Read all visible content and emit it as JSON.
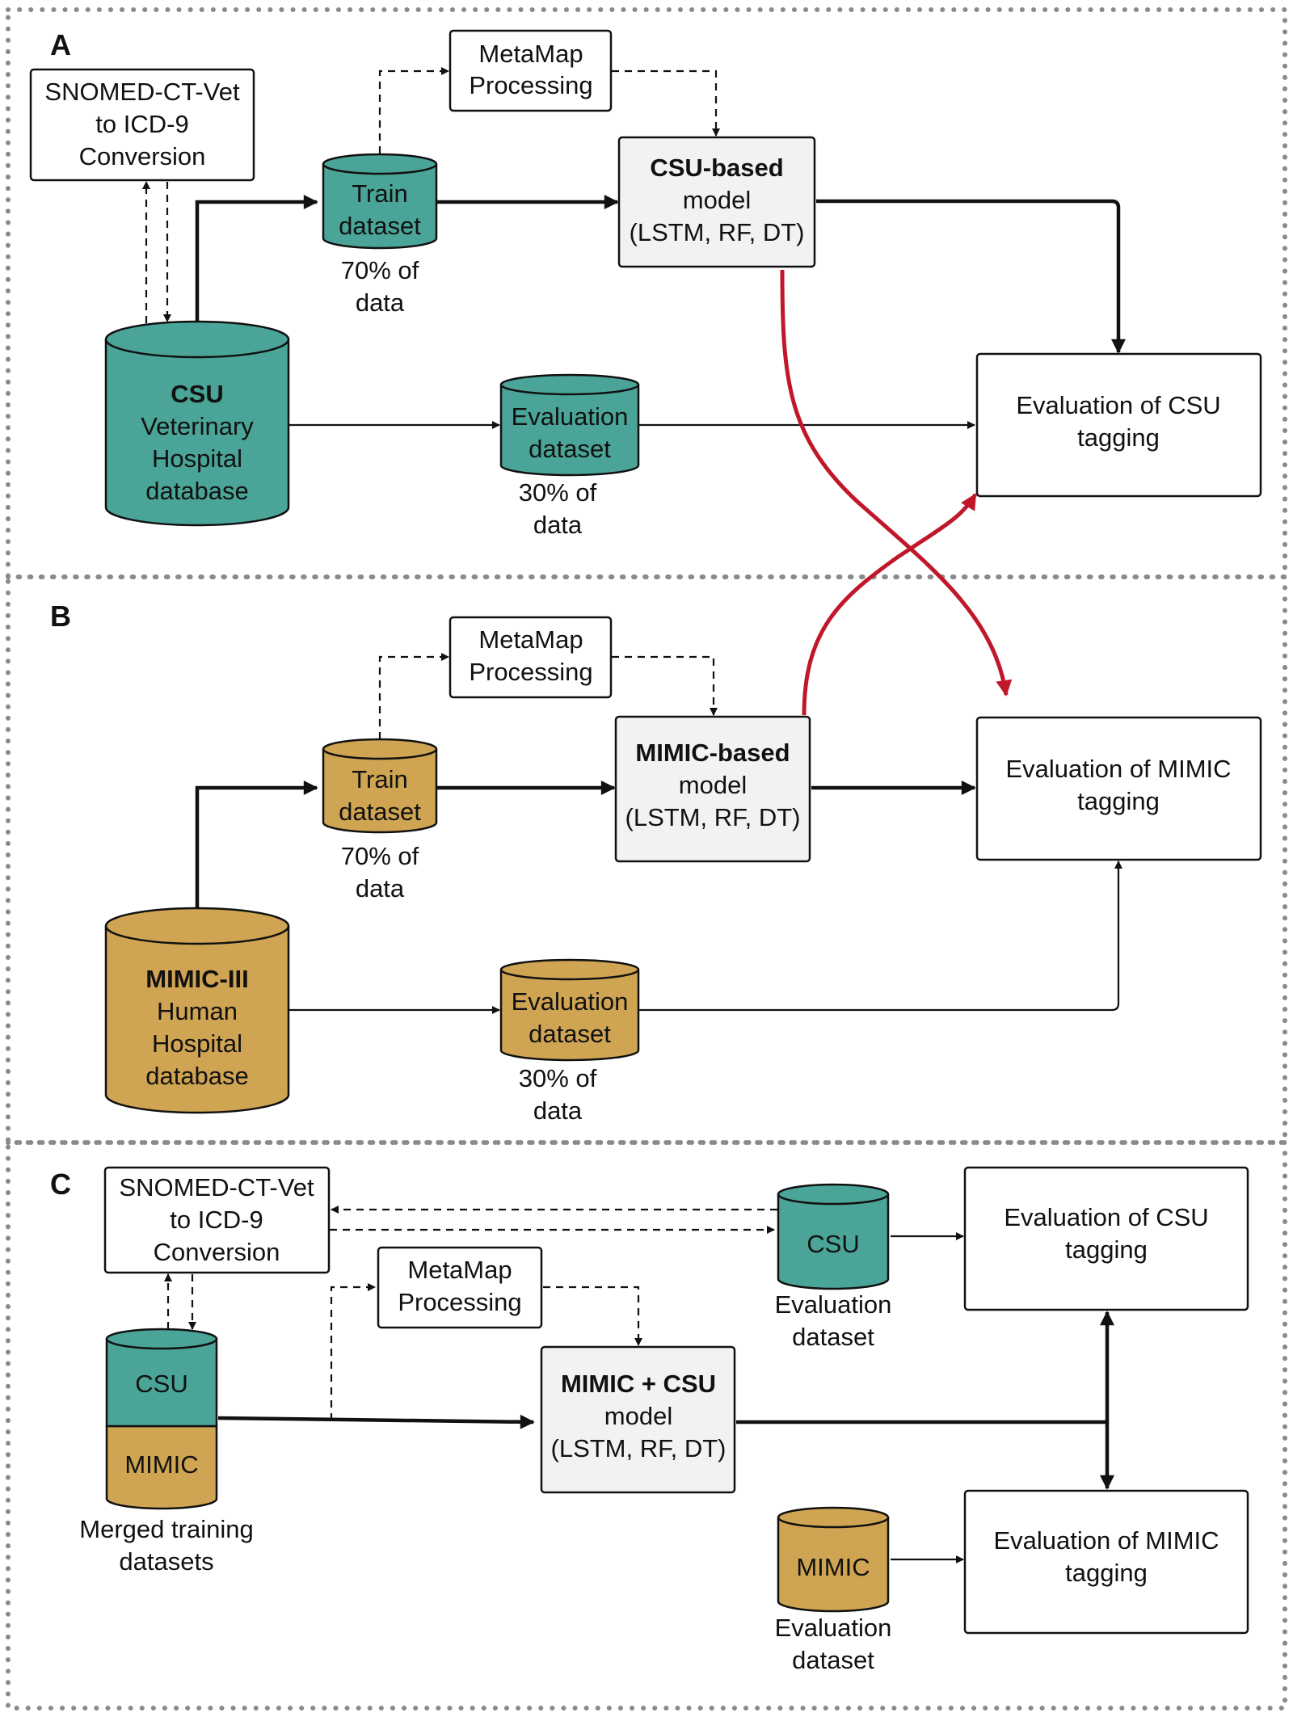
{
  "colors": {
    "csu": "#4aa497",
    "mimic": "#cfa452",
    "red": "#c0182a",
    "border": "#8a8a8a"
  },
  "panels": {
    "a": {
      "label": "A"
    },
    "b": {
      "label": "B"
    },
    "c": {
      "label": "C"
    }
  },
  "a": {
    "snomed": [
      "SNOMED-CT-Vet",
      "to ICD-9",
      "Conversion"
    ],
    "metamap": [
      "MetaMap",
      "Processing"
    ],
    "train": [
      "Train",
      "dataset"
    ],
    "train_note": [
      "70% of",
      "data"
    ],
    "model_title": "CSU-based",
    "model_lines": [
      "model",
      "(LSTM, RF, DT)"
    ],
    "db_title": "CSU",
    "db_lines": [
      "Veterinary",
      "Hospital",
      "database"
    ],
    "eval_ds": [
      "Evaluation",
      "dataset"
    ],
    "eval_note": [
      "30% of",
      "data"
    ],
    "eval_box": [
      "Evaluation of CSU",
      "tagging"
    ]
  },
  "b": {
    "metamap": [
      "MetaMap",
      "Processing"
    ],
    "train": [
      "Train",
      "dataset"
    ],
    "train_note": [
      "70% of",
      "data"
    ],
    "model_title": "MIMIC-based",
    "model_lines": [
      "model",
      "(LSTM, RF, DT)"
    ],
    "db_title": "MIMIC-III",
    "db_lines": [
      "Human",
      "Hospital",
      "database"
    ],
    "eval_ds": [
      "Evaluation",
      "dataset"
    ],
    "eval_note": [
      "30% of",
      "data"
    ],
    "eval_box": [
      "Evaluation of MIMIC",
      "tagging"
    ]
  },
  "c": {
    "snomed": [
      "SNOMED-CT-Vet",
      "to ICD-9",
      "Conversion"
    ],
    "metamap": [
      "MetaMap",
      "Processing"
    ],
    "merged_top": "CSU",
    "merged_bottom": "MIMIC",
    "merged_caption": [
      "Merged training",
      "datasets"
    ],
    "model_title": "MIMIC + CSU",
    "model_lines": [
      "model",
      "(LSTM, RF, DT)"
    ],
    "csu_eval": "CSU",
    "csu_eval_caption": [
      "Evaluation",
      "dataset"
    ],
    "mimic_eval": "MIMIC",
    "mimic_eval_caption": [
      "Evaluation",
      "dataset"
    ],
    "eval_csu_box": [
      "Evaluation of CSU",
      "tagging"
    ],
    "eval_mimic_box": [
      "Evaluation of MIMIC",
      "tagging"
    ]
  }
}
